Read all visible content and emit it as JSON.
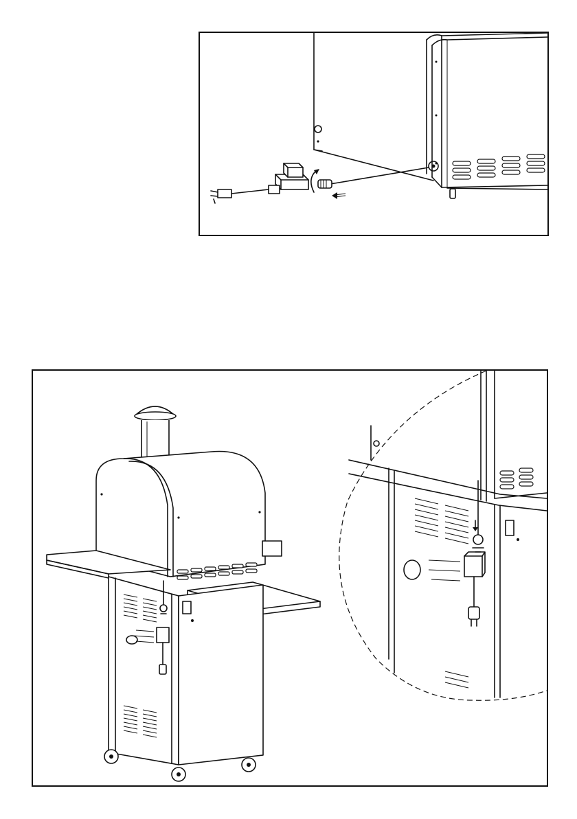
{
  "figures": [
    {
      "id": "transformer-connection-detail",
      "icons": [
        "oven-rear-cabinet",
        "transformer-box",
        "power-plug",
        "cable-connector",
        "rotate-arrow",
        "insert-arrow"
      ]
    },
    {
      "id": "transformer-mounting-overview",
      "icons": [
        "pizza-oven-cart",
        "chimney",
        "side-shelf",
        "caster-wheel",
        "mounting-screws",
        "magnified-detail-circle"
      ]
    }
  ],
  "colors": {
    "line": "#111111",
    "paper": "#ffffff"
  }
}
